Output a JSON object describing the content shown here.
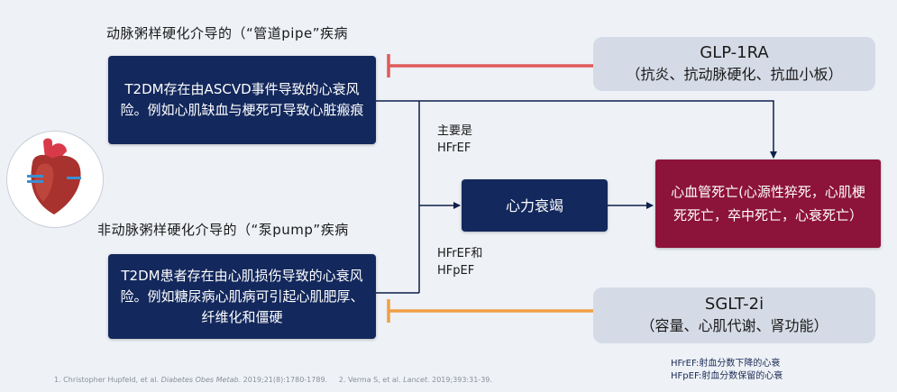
{
  "heading_top": "动脉粥样硬化介导的（“管道pipe”疾病",
  "box_top": "T2DM存在由ASCVD事件导致的心衰风险。例如心肌缺血与梗死可导致心脏瘢痕",
  "heading_bottom": "非动脉粥样硬化介导的（“泵pump”疾病",
  "box_bottom": "T2DM患者存在由心肌损伤导致的心衰风险。例如糖尿病心肌病可引起心肌肥厚、纤维化和僵硬",
  "label_main": [
    "主要是",
    "HFrEF"
  ],
  "label_both": [
    "HFrEF和",
    "HFpEF"
  ],
  "box_center": "心力衰竭",
  "box_outcome": "心血管死亡(心源性猝死，心肌梗死死亡，卒中死亡，心衰死亡）",
  "glp": {
    "title": "GLP-1RA",
    "sub": "（抗炎、抗动脉硬化、抗血小板）"
  },
  "sglt": {
    "title": "SGLT-2i",
    "sub": "（容量、心肌代谢、肾功能）"
  },
  "legend": [
    "HFrEF:射血分数下降的心衰",
    "HFpEF:射血分数保留的心衰"
  ],
  "ref1": {
    "pre": "1. Christopher Hupfeld, et al.",
    "journal": "Diabetes Obes Metab",
    "post": ". 2019;21(8):1780-1789."
  },
  "ref2": {
    "pre": "2. Verma S, et al.",
    "journal": "Lancet",
    "post": ". 2019;393:31-39."
  },
  "colors": {
    "navy": "#13285c",
    "crimson": "#8c1339",
    "inhibit_top": "#e05a5a",
    "inhibit_bottom": "#f0a045",
    "connector": "#0f1f4a"
  },
  "icons": [
    "heart-icon"
  ]
}
